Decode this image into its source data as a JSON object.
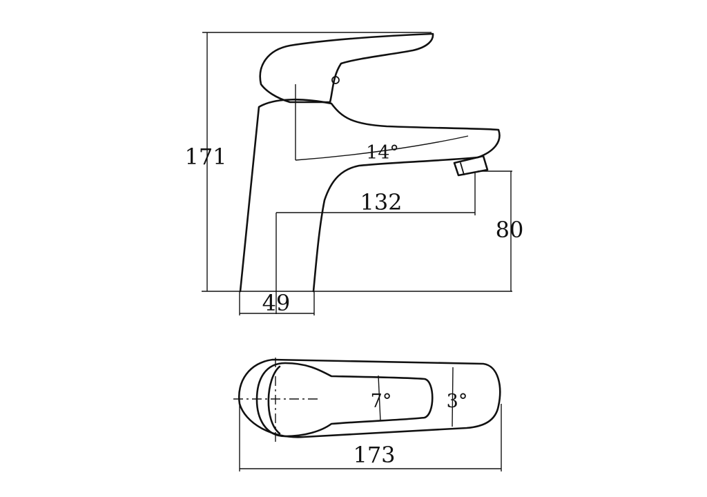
{
  "diagram": {
    "side_view": {
      "height_label": "171",
      "handle_angle_label": "14°",
      "reach_label": "132",
      "spout_height_label": "80",
      "base_width_label": "49"
    },
    "top_view": {
      "left_angle_label": "7°",
      "right_angle_label": "3°",
      "length_label": "173"
    }
  }
}
